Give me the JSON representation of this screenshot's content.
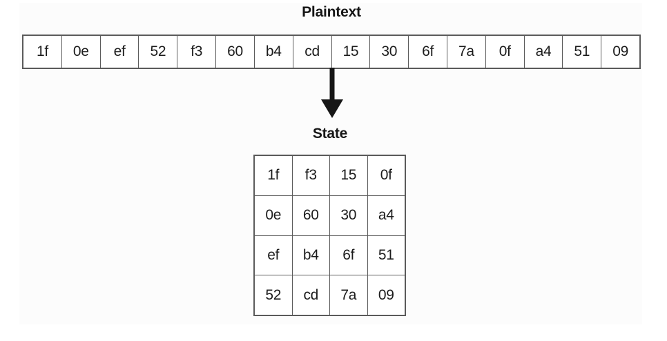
{
  "figure": {
    "type": "diagram",
    "description": "AES plaintext to state matrix mapping",
    "background_color": "#ffffff",
    "panel_color": "#fcfcfc",
    "border_color": "#5a5a5a",
    "text_color": "#1c1c1c"
  },
  "plaintext": {
    "title": "Plaintext",
    "bytes": [
      "1f",
      "0e",
      "ef",
      "52",
      "f3",
      "60",
      "b4",
      "cd",
      "15",
      "30",
      "6f",
      "7a",
      "0f",
      "a4",
      "51",
      "09"
    ]
  },
  "arrow": {
    "icon": "arrow-down-icon",
    "color": "#161616",
    "direction": "down"
  },
  "state": {
    "title": "State",
    "rows": [
      [
        "1f",
        "f3",
        "15",
        "0f"
      ],
      [
        "0e",
        "60",
        "30",
        "a4"
      ],
      [
        "ef",
        "b4",
        "6f",
        "51"
      ],
      [
        "52",
        "cd",
        "7a",
        "09"
      ]
    ]
  }
}
